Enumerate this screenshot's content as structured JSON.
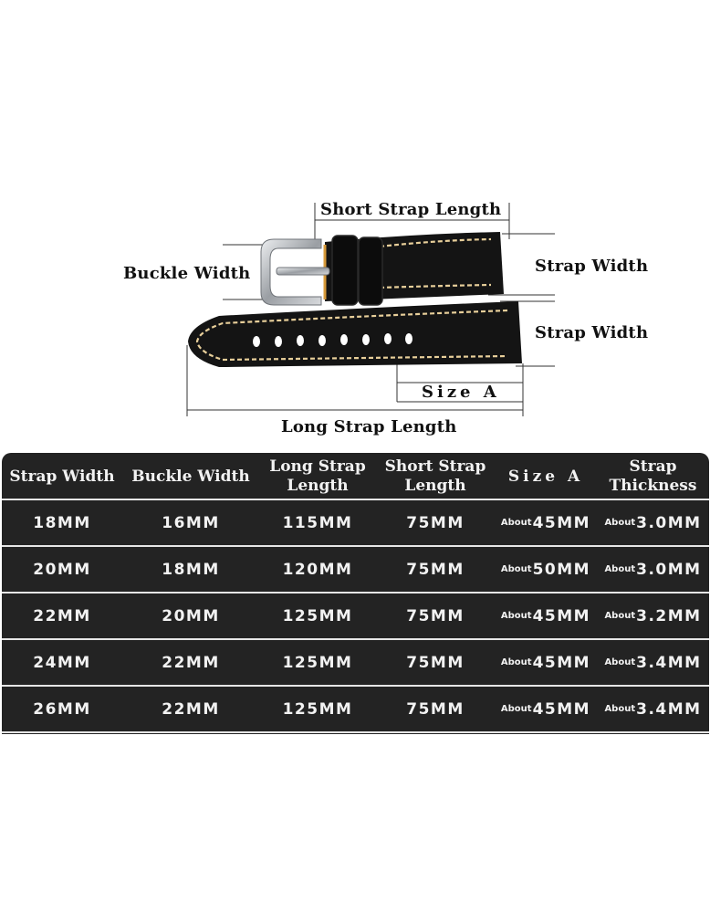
{
  "diagram": {
    "short_strap_length": "Short Strap Length",
    "buckle_width": "Buckle Width",
    "strap_width_top": "Strap Width",
    "strap_width_bottom": "Strap Width",
    "size_a": "Size A",
    "long_strap_length": "Long Strap Length"
  },
  "table": {
    "headers": [
      "Strap Width",
      "Buckle Width",
      "Long Strap\nLength",
      "Short Strap\nLength",
      "Size A",
      "Strap\nThickness"
    ],
    "about_prefix": "About",
    "rows": [
      [
        "18MM",
        "16MM",
        "115MM",
        "75MM",
        "45MM",
        "3.0MM"
      ],
      [
        "20MM",
        "18MM",
        "120MM",
        "75MM",
        "50MM",
        "3.0MM"
      ],
      [
        "22MM",
        "20MM",
        "125MM",
        "75MM",
        "45MM",
        "3.2MM"
      ],
      [
        "24MM",
        "22MM",
        "125MM",
        "75MM",
        "45MM",
        "3.4MM"
      ],
      [
        "26MM",
        "22MM",
        "125MM",
        "75MM",
        "45MM",
        "3.4MM"
      ]
    ]
  },
  "colors": {
    "strap": "#141414",
    "stitch": "#e8cf9a",
    "buckle": "#b9bcc0",
    "table_bg": "#232323",
    "table_text": "#f2f2f2"
  }
}
